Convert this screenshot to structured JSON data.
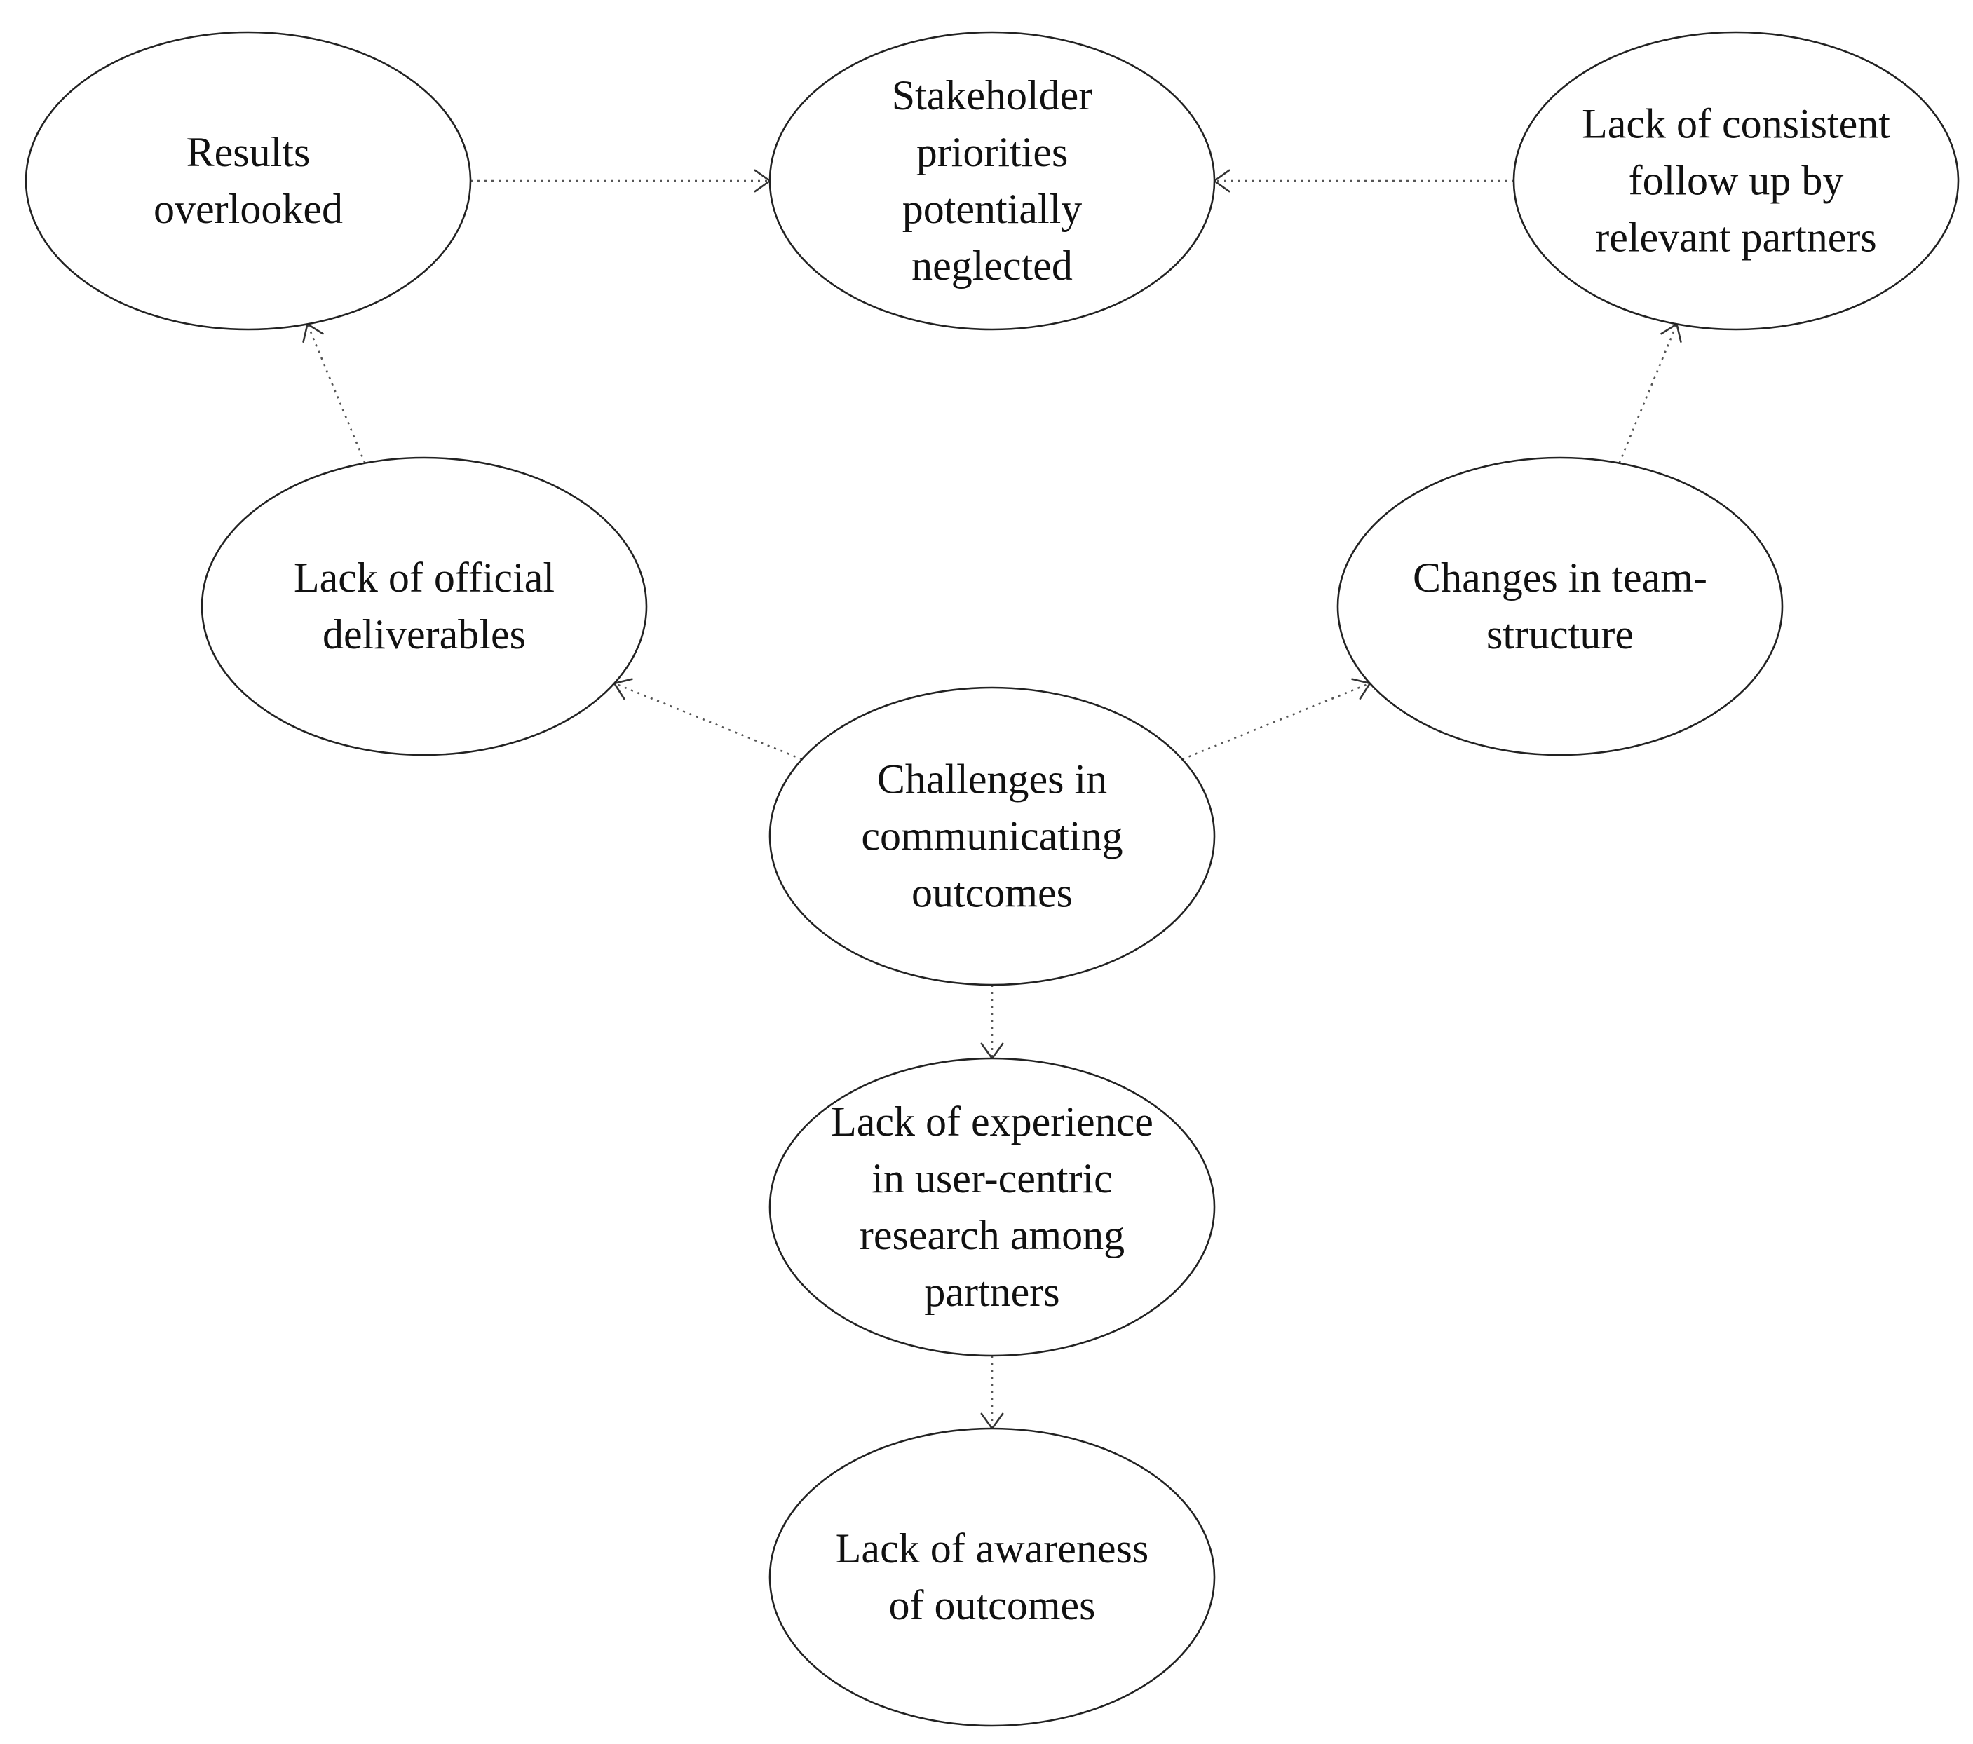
{
  "nodes": [
    {
      "id": "results_overlooked",
      "lines": [
        "Results",
        "overlooked"
      ]
    },
    {
      "id": "stakeholder_priorities",
      "lines": [
        "Stakeholder",
        "priorities",
        "potentially",
        "neglected"
      ]
    },
    {
      "id": "lack_follow_up",
      "lines": [
        "Lack of consistent",
        "follow up by",
        "relevant partners"
      ]
    },
    {
      "id": "lack_deliverables",
      "lines": [
        "Lack of official",
        "deliverables"
      ]
    },
    {
      "id": "changes_team",
      "lines": [
        "Changes in team-",
        "structure"
      ]
    },
    {
      "id": "challenges_communicating",
      "lines": [
        "Challenges in",
        "communicating",
        "outcomes"
      ]
    },
    {
      "id": "lack_experience",
      "lines": [
        "Lack of experience",
        "in user-centric",
        "research among",
        "partners"
      ]
    },
    {
      "id": "lack_awareness",
      "lines": [
        "Lack of awareness",
        "of outcomes"
      ]
    }
  ],
  "edges": [
    {
      "from": "results_overlooked",
      "to": "stakeholder_priorities",
      "style": "dotted"
    },
    {
      "from": "lack_follow_up",
      "to": "stakeholder_priorities",
      "style": "dotted"
    },
    {
      "from": "lack_deliverables",
      "to": "results_overlooked",
      "style": "dotted"
    },
    {
      "from": "changes_team",
      "to": "lack_follow_up",
      "style": "dotted"
    },
    {
      "from": "challenges_communicating",
      "to": "lack_deliverables",
      "style": "dotted"
    },
    {
      "from": "challenges_communicating",
      "to": "changes_team",
      "style": "dotted"
    },
    {
      "from": "challenges_communicating",
      "to": "lack_experience",
      "style": "dotted"
    },
    {
      "from": "lack_experience",
      "to": "lack_awareness",
      "style": "dotted"
    }
  ]
}
